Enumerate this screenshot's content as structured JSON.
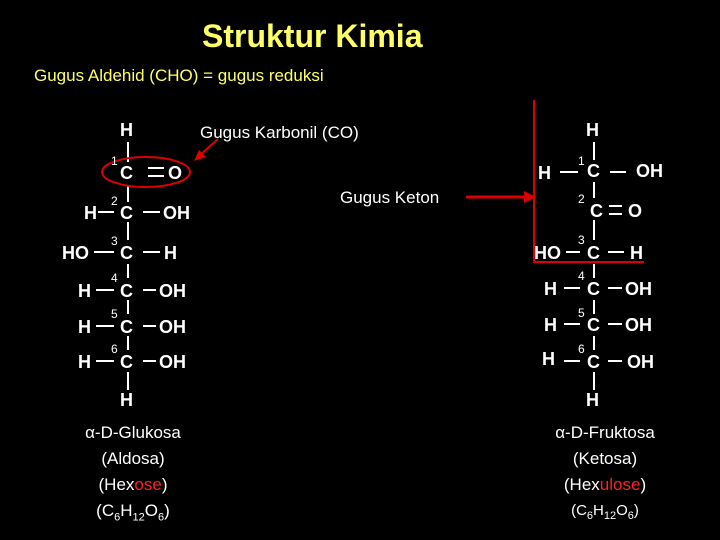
{
  "title": "Struktur Kimia",
  "subtitle": "Gugus Aldehid (CHO) = gugus reduksi",
  "carbonyl_label": "Gugus Karbonil (CO)",
  "keton_label": "Gugus Keton",
  "glucose": {
    "top_H": "H",
    "bottom_H": "H",
    "c1": {
      "num": "1",
      "atom": "C",
      "right": "O"
    },
    "c2": {
      "num": "2",
      "atom": "C",
      "left": "H",
      "right": "OH"
    },
    "c3": {
      "num": "3",
      "atom": "C",
      "left": "HO",
      "right": "H"
    },
    "c4": {
      "num": "4",
      "atom": "C",
      "left": "H",
      "right": "OH"
    },
    "c5": {
      "num": "5",
      "atom": "C",
      "left": "H",
      "right": "OH"
    },
    "c6": {
      "num": "6",
      "atom": "C",
      "left": "H",
      "right": "OH"
    },
    "caption": {
      "name": "α-D-Glukosa",
      "class": "(Aldosa)",
      "type_pre": "(Hex",
      "type_hl": "ose",
      "type_post": ")",
      "f_open": "(C",
      "f_c": "6",
      "f_h": "H",
      "f_hn": "12",
      "f_o": "O",
      "f_on": "6",
      "f_close": ")"
    }
  },
  "fructose": {
    "top_H": "H",
    "bottom_H": "H",
    "c1": {
      "num": "1",
      "atom": "C",
      "left": "H",
      "right": "OH"
    },
    "c2": {
      "num": "2",
      "atom": "C",
      "right": "O"
    },
    "c3": {
      "num": "3",
      "atom": "C",
      "left": "HO",
      "right": "H"
    },
    "c4": {
      "num": "4",
      "atom": "C",
      "left": "H",
      "right": "OH"
    },
    "c5": {
      "num": "5",
      "atom": "C",
      "left": "H",
      "right": "OH"
    },
    "c6": {
      "num": "6",
      "atom": "C",
      "left": "H",
      "right": "OH"
    },
    "caption": {
      "name": "α-D-Fruktosa",
      "class": "(Ketosa)",
      "type_pre": "(Hex",
      "type_hl": "ulose",
      "type_post": ")",
      "f_open": "(C",
      "f_c": "6",
      "f_h": "H",
      "f_hn": "12",
      "f_o": "O",
      "f_on": "6",
      "f_close": ")"
    }
  },
  "colors": {
    "background": "#000000",
    "heading": "#ffff66",
    "highlight": "#ff2020",
    "arrow": "#dd0000"
  }
}
